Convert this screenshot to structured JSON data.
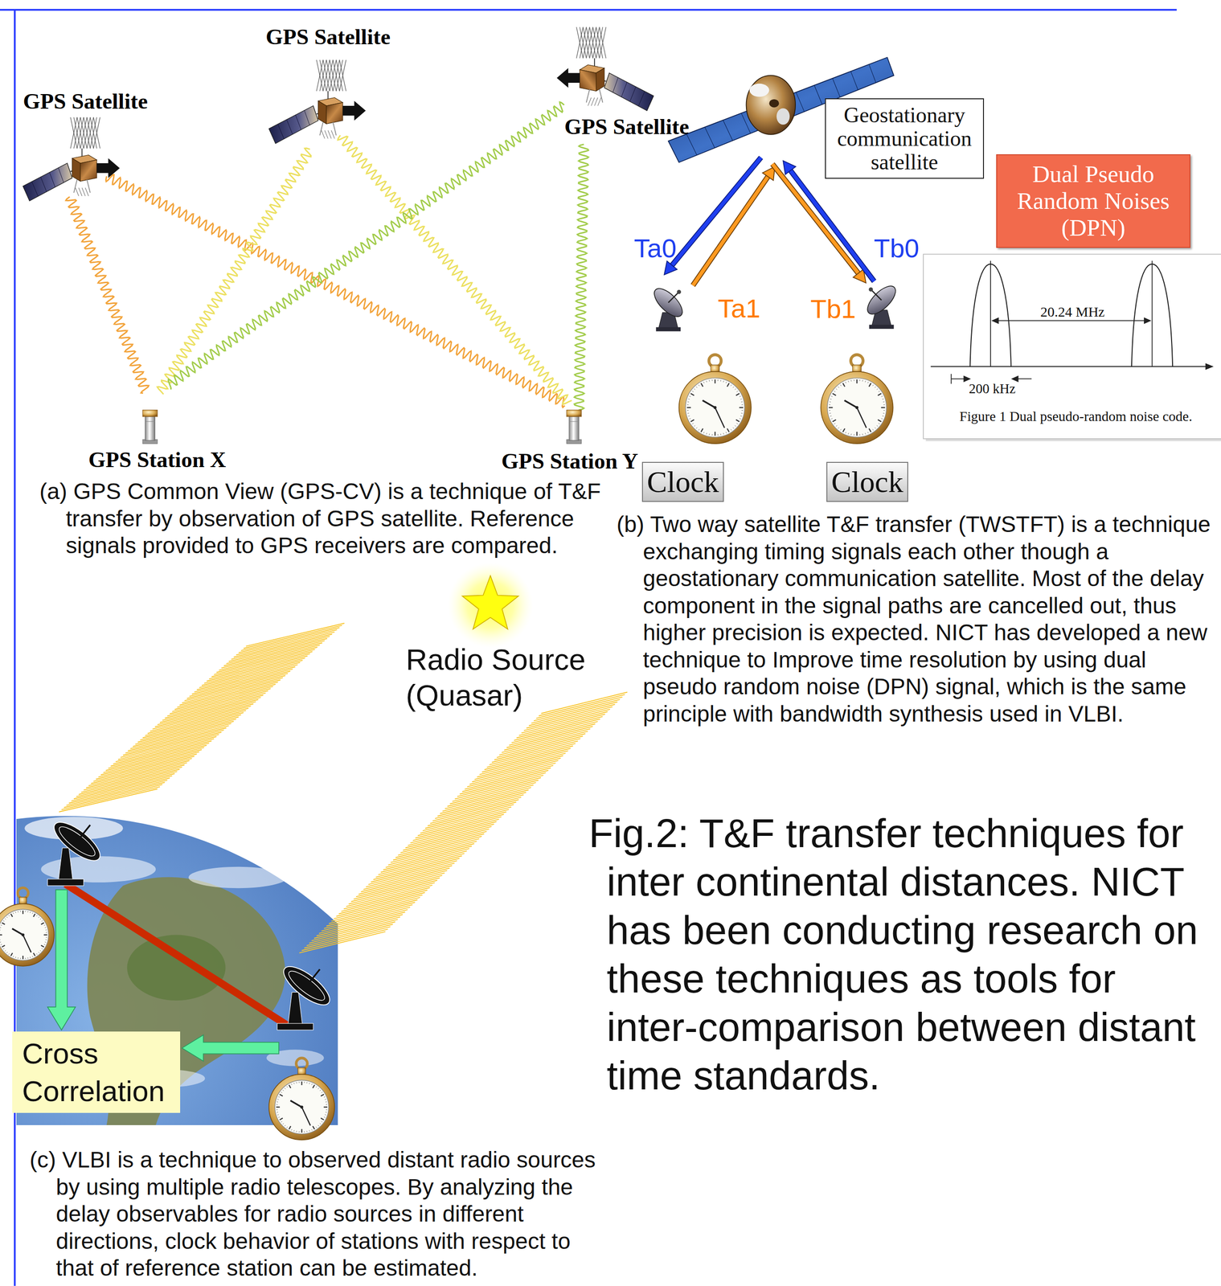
{
  "diagram": {
    "caption": "Fig.2: T&F transfer techniques for inter continental distances. NICT has been conducting research on these techniques as tools for inter-comparison between distant time standards.",
    "nodes": [
      {
        "text": [
          "Geostationary communication satellite"
        ]
      },
      {
        "text": [
          "Dual Pseudo Random Noises (DPN)"
        ]
      },
      {
        "text": [
          "Clock"
        ]
      },
      {
        "text": [
          "Clock"
        ]
      },
      {
        "text": [
          "Cross Correlation"
        ]
      }
    ],
    "labels": [
      "GPS Satellite",
      "GPS Satellite",
      "GPS Satellite",
      "Ta0",
      "Tb0",
      "Ta1",
      "Tb1",
      "20.24 MHz",
      "200 kHz",
      "Figure 1 Dual pseudo-random noise code.",
      "GPS Station X",
      "GPS Station Y",
      "(a) GPS Common View (GPS-CV) is a technique of T&F transfer by observation of GPS satellite. Reference signals provided to GPS receivers are compared.",
      "(b) Two way satellite T&F transfer (TWSTFT) is a technique exchanging timing signals each other though a geostationary communication satellite. Most of the delay component in the signal paths are cancelled out, thus higher precision is expected. NICT has developed a new technique to Improve time resolution by using dual pseudo random noise (DPN) signal, which is the same principle with bandwidth synthesis used in VLBI.",
      "Radio Source (Quasar)",
      "(c) VLBI is a technique to observed distant radio sources by using multiple radio telescopes. By analyzing the delay observables for radio sources in different directions, clock behavior of stations with respect to that of reference station can be estimated."
    ]
  }
}
